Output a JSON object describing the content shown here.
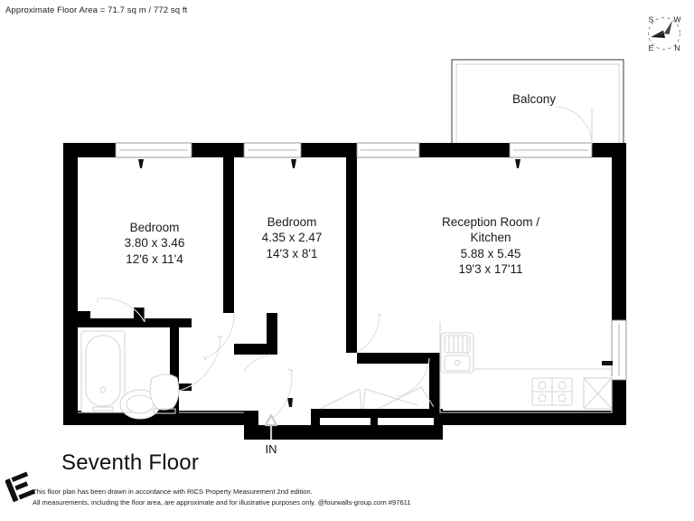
{
  "header": {
    "area_note": "Approximate Floor Area = 71.7 sq m / 772 sq ft"
  },
  "compass": {
    "n": "N",
    "e": "E",
    "s": "S",
    "w": "W"
  },
  "plan": {
    "title": "Seventh Floor",
    "entrance_label": "IN",
    "rooms": [
      {
        "id": "bedroom1",
        "name": "Bedroom",
        "dim_metric": "3.80 x 3.46",
        "dim_imperial": "12'6 x 11'4"
      },
      {
        "id": "bedroom2",
        "name": "Bedroom",
        "dim_metric": "4.35 x 2.47",
        "dim_imperial": "14'3 x 8'1"
      },
      {
        "id": "reception",
        "name_line1": "Reception Room /",
        "name_line2": "Kitchen",
        "dim_metric": "5.88 x 5.45",
        "dim_imperial": "19'3 x 17'11"
      },
      {
        "id": "balcony",
        "name": "Balcony"
      }
    ],
    "fixtures": [
      "bathtub",
      "wash-basin",
      "toilet",
      "kitchen-sink",
      "hob",
      "appliance",
      "radiator"
    ]
  },
  "footer": {
    "line1": "This floor plan has been drawn in accordance with RICS Property Measurement 2nd edition.",
    "line2": "All measurements, including the floor area, are approximate and for illustrative purposes only.  @fourwalls-group.com #97611"
  },
  "colors": {
    "wall": "#000000",
    "background": "#ffffff",
    "fixture_line": "#d8d8d8",
    "door_arc": "#e2e2e2",
    "text": "#1a1a1a"
  }
}
